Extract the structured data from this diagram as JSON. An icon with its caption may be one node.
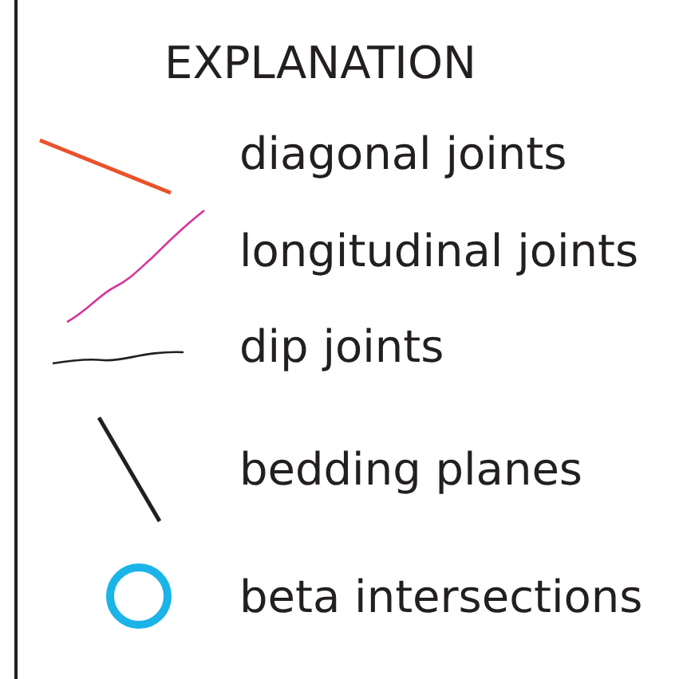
{
  "diagram": {
    "title": "EXPLANATION",
    "legend": [
      {
        "text": "diagonal joints"
      },
      {
        "text": "longitudinal joints"
      },
      {
        "text": "dip joints"
      },
      {
        "text": "bedding planes"
      },
      {
        "text": "beta intersections"
      }
    ]
  }
}
